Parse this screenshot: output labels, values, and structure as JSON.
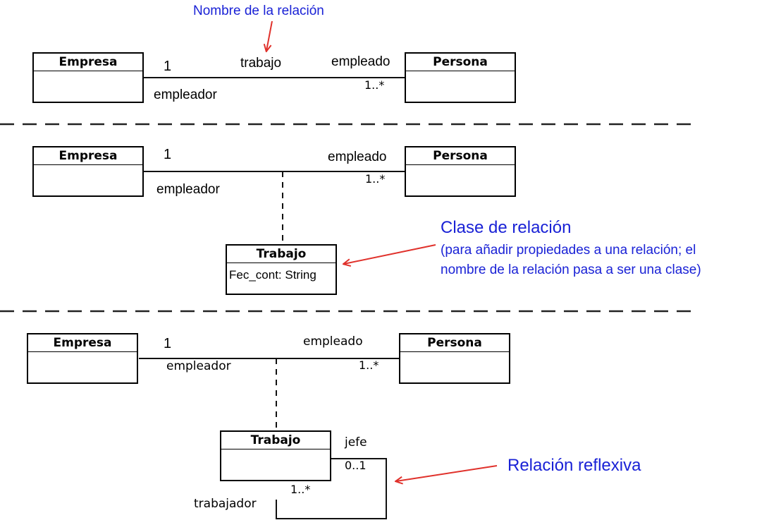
{
  "annotations": {
    "relation_name": "Nombre de la relación",
    "assoc_class_title": "Clase de relación",
    "assoc_class_desc_1": "(para añadir propiedades a una relación; el",
    "assoc_class_desc_2": "nombre de la relación pasa a ser una clase)",
    "reflexive": "Relación reflexiva",
    "arrow_color": "#e0312b",
    "text_color": "#1a22d6"
  },
  "diagram1": {
    "class_left": "Empresa",
    "class_right": "Persona",
    "left_multiplicity": "1",
    "left_role": "empleador",
    "association_name": "trabajo",
    "right_role": "empleado",
    "right_multiplicity": "1..*"
  },
  "diagram2": {
    "class_left": "Empresa",
    "class_right": "Persona",
    "left_multiplicity": "1",
    "left_role": "empleador",
    "right_role": "empleado",
    "right_multiplicity": "1..*",
    "assoc_class": "Trabajo",
    "assoc_attribute": "Fec_cont: String"
  },
  "diagram3": {
    "class_left": "Empresa",
    "class_right": "Persona",
    "left_multiplicity": "1",
    "left_role": "empleador",
    "right_role": "empleado",
    "right_multiplicity": "1..*",
    "assoc_class": "Trabajo",
    "self_role_top": "jefe",
    "self_multiplicity_top": "0..1",
    "self_role_bottom": "trabajador",
    "self_multiplicity_bottom": "1..*"
  }
}
